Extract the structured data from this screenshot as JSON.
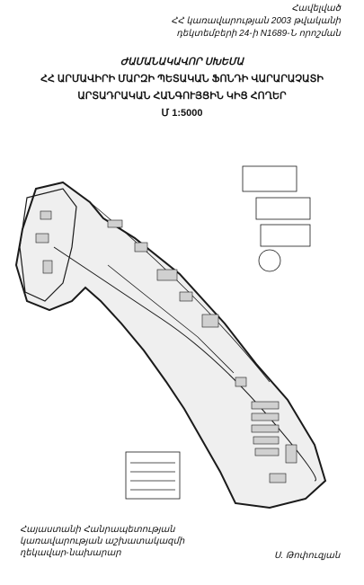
{
  "header": {
    "appendix_lines": [
      "Հավելված",
      "ՀՀ կառավարության 2003 թվականի",
      "դեկտեմբերի 24-ի N1689-Ն որոշման"
    ]
  },
  "title": {
    "line1": "ԺԱՄԱՆԱԿԱՎՈՐ ՍԽԵՄԱ",
    "line2": "ՀՀ ԱՐՄԱՎԻՐԻ ՄԱՐԶԻ ՊԵՏԱԿԱՆ ՖՈՆԴԻ ՎԱՐԱՐԱՉԱՏԻ",
    "line3": "ԱՐՏԱԴՐԱԿԱՆ ՀԱՆԳՈՒՅՑԻՆ ԿԻՑ ՀՈՂԵՐ",
    "scale": "Մ 1:5000"
  },
  "signature": {
    "left_lines": [
      "Հայաստանի Հանրապետության",
      "կառավարության աշխատակազմի",
      "ղեկավար-նախարար"
    ],
    "name": "Ս. Թոփուզյան"
  },
  "map": {
    "line_color": "#1a1a1a",
    "fill_color": "#efefef"
  }
}
